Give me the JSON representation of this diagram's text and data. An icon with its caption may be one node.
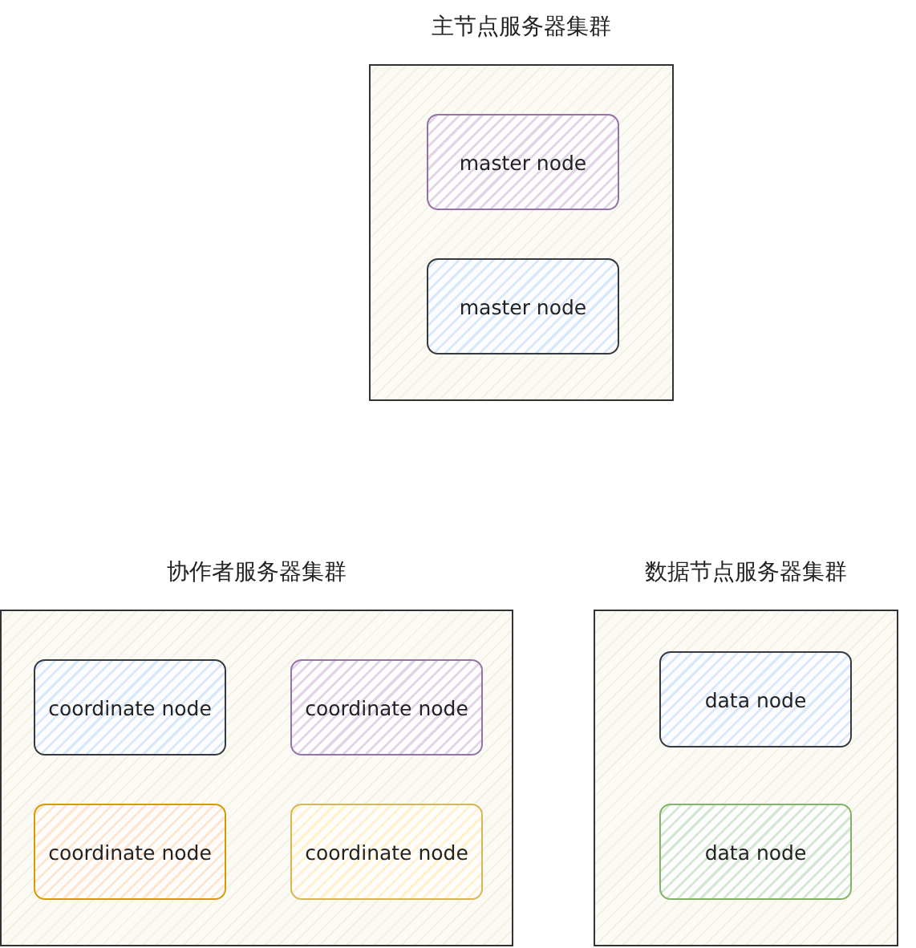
{
  "diagram": {
    "nodes": [
      {
        "text": [
          "主节点服务器集群"
        ]
      },
      {
        "text": [
          "master node"
        ],
        "in": 0
      },
      {
        "text": [
          "master node"
        ],
        "in": 0
      },
      {
        "text": [
          "协作者服务器集群"
        ]
      },
      {
        "text": [
          "coordinate node"
        ],
        "in": 3
      },
      {
        "text": [
          "coordinate node"
        ],
        "in": 3
      },
      {
        "text": [
          "coordinate node"
        ],
        "in": 3
      },
      {
        "text": [
          "coordinate node"
        ],
        "in": 3
      },
      {
        "text": [
          "数据节点服务器集群"
        ]
      },
      {
        "text": [
          "data node"
        ],
        "in": 8
      },
      {
        "text": [
          "data node"
        ],
        "in": 8
      }
    ]
  }
}
